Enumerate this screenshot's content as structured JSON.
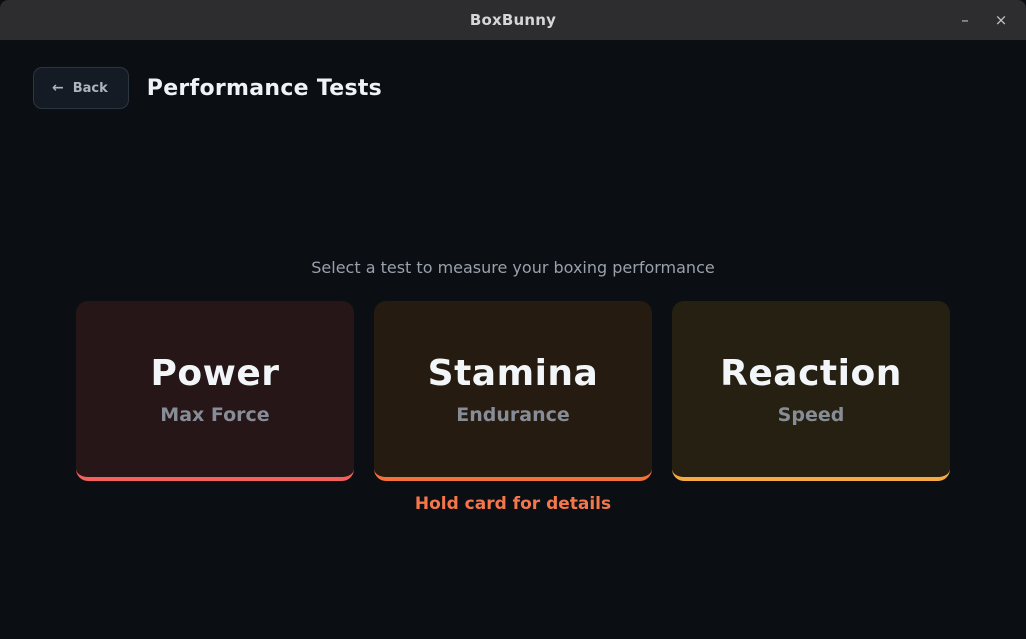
{
  "window": {
    "title": "BoxBunny",
    "minimize_glyph": "–",
    "close_glyph": "×"
  },
  "header": {
    "back_icon": "←",
    "back_label": "Back",
    "title": "Performance Tests"
  },
  "main": {
    "subtitle": "Select a test to measure your boxing performance",
    "hint": "Hold card for details",
    "cards": [
      {
        "title": "Power",
        "subtitle": "Max Force",
        "accent": "#f4605c",
        "bg": "#261618"
      },
      {
        "title": "Stamina",
        "subtitle": "Endurance",
        "accent": "#f4713a",
        "bg": "#261b10"
      },
      {
        "title": "Reaction",
        "subtitle": "Speed",
        "accent": "#f5ab42",
        "bg": "#262012"
      }
    ]
  },
  "colors": {
    "titlebar_bg": "#2d2d2f",
    "content_bg": "#0b0e12",
    "hint_text": "#f4764a",
    "subtitle_text": "#99a1ac"
  }
}
